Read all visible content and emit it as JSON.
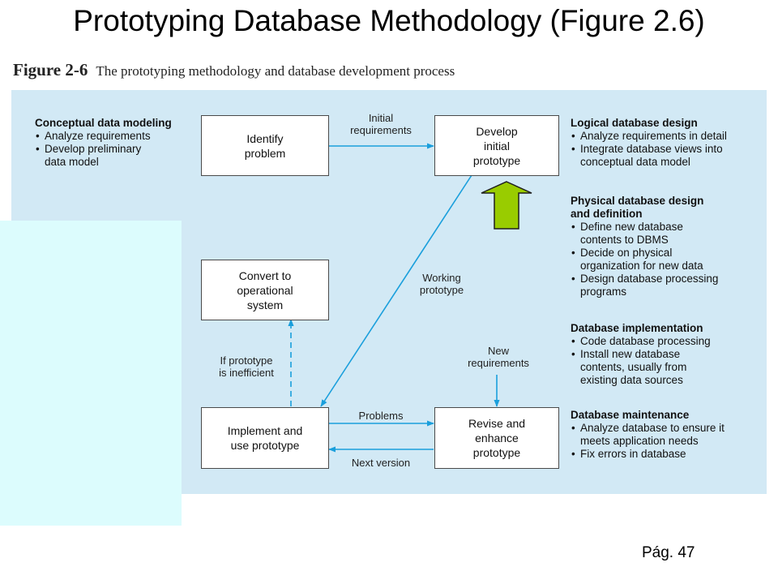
{
  "title": "Prototyping Database Methodology (Figure 2.6)",
  "caption": {
    "number": "Figure 2-6",
    "text": "The prototyping methodology and database development process"
  },
  "boxes": {
    "identify": "Identify\nproblem",
    "develop": "Develop\ninitial\nprototype",
    "convert": "Convert to\noperational\nsystem",
    "implement": "Implement and\nuse prototype",
    "revise": "Revise and\nenhance\nprototype"
  },
  "edge_labels": {
    "initial_requirements": "Initial\nrequirements",
    "working_prototype": "Working\nprototype",
    "if_inefficient": "If prototype\nis inefficient",
    "new_requirements": "New\nrequirements",
    "problems": "Problems",
    "next_version": "Next version"
  },
  "notes": {
    "conceptual": {
      "heading": "Conceptual data modeling",
      "items": [
        "Analyze requirements",
        "Develop preliminary\n data model"
      ]
    },
    "logical": {
      "heading": "Logical database design",
      "items": [
        "Analyze requirements in detail",
        "Integrate database views into\n conceptual data model"
      ]
    },
    "physical": {
      "heading": "Physical database design\n and definition",
      "items": [
        "Define new database\n contents to DBMS",
        "Decide on physical\n organization for new data",
        "Design database processing\n programs"
      ]
    },
    "implementation": {
      "heading": "Database implementation",
      "items": [
        "Code database processing",
        "Install new database\n contents, usually from\n existing data sources"
      ]
    },
    "maintenance": {
      "heading": "Database maintenance",
      "items": [
        "Analyze database to ensure it\n meets application needs",
        "Fix errors in database"
      ]
    }
  },
  "page_number": "Pág. 47",
  "colors": {
    "panel": "#d2e9f5",
    "overlay": "#dcfcfd",
    "flow_line": "#1a9fdc",
    "highlight_arrow": "#99cc00"
  }
}
